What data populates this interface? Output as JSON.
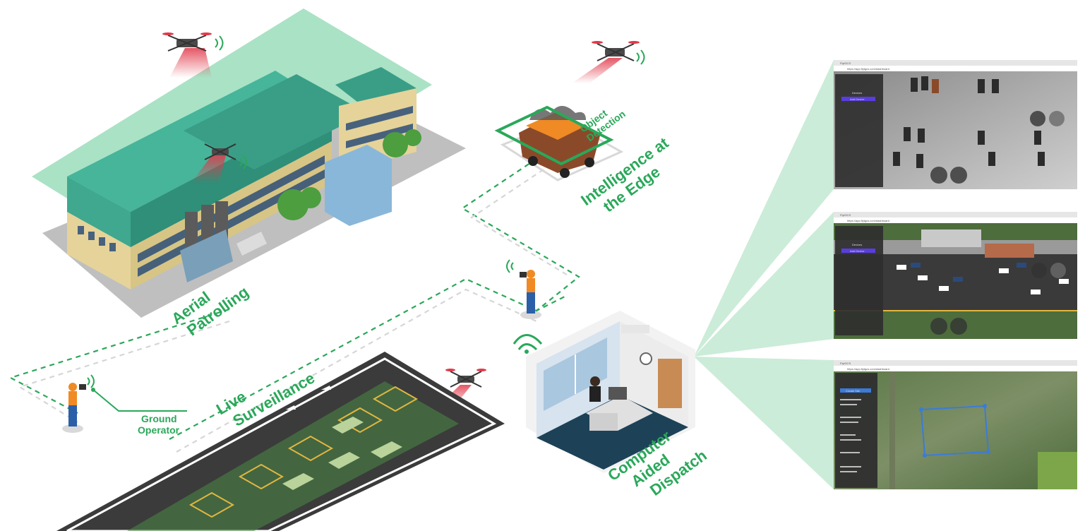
{
  "labels": {
    "aerial_patrolling": [
      "Aerial",
      "Patrolling"
    ],
    "object_detection": [
      "Object",
      "Detection"
    ],
    "intelligence_edge": [
      "Intelligence at",
      "the Edge"
    ],
    "live_surveillance": [
      "Live",
      "Surveillance"
    ],
    "ground_operator": [
      "Ground",
      "Operator"
    ],
    "computer_aided_dispatch": [
      "Computer",
      "Aided",
      "Dispatch"
    ]
  },
  "screens": [
    {
      "tab": "FlytGCS",
      "url": "https://app.flytgcs.com/dashboard",
      "panel_title": "Devices",
      "primary_button": "Add Device"
    },
    {
      "tab": "FlytGCS",
      "url": "https://app.flytgcs.com/dashboard",
      "panel_title": "Devices",
      "primary_button": "Add Device"
    },
    {
      "tab": "FlytGCS",
      "url": "https://app.flytgcs.com/dashboard",
      "panel_title": "",
      "primary_button": "Create Site"
    }
  ],
  "colors": {
    "accent": "#2aa85a",
    "fan": "#b9e6cb",
    "road": "#3b3b3b",
    "wall": "#e9d99a",
    "roof": "#3fa88f"
  }
}
